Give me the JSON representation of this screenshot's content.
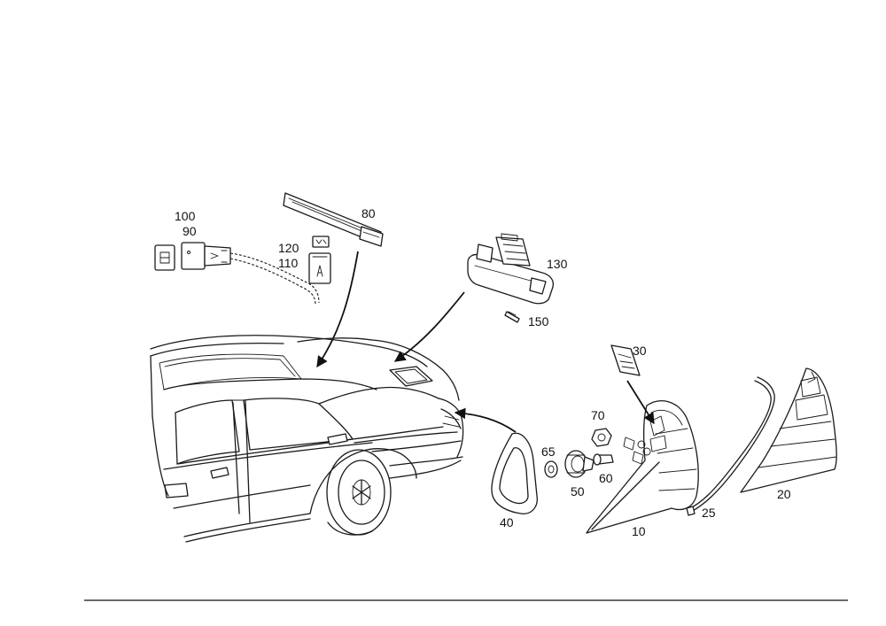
{
  "callouts": {
    "c10": "10",
    "c20": "20",
    "c25": "25",
    "c30": "30",
    "c40": "40",
    "c50": "50",
    "c60": "60",
    "c65": "65",
    "c70": "70",
    "c80": "80",
    "c90": "90",
    "c100": "100",
    "c110": "110",
    "c120": "120",
    "c130": "130",
    "c150": "150"
  },
  "icons": {
    "car": "sedan-rear-quarter-icon",
    "arrow": "leader-arrow-icon"
  }
}
